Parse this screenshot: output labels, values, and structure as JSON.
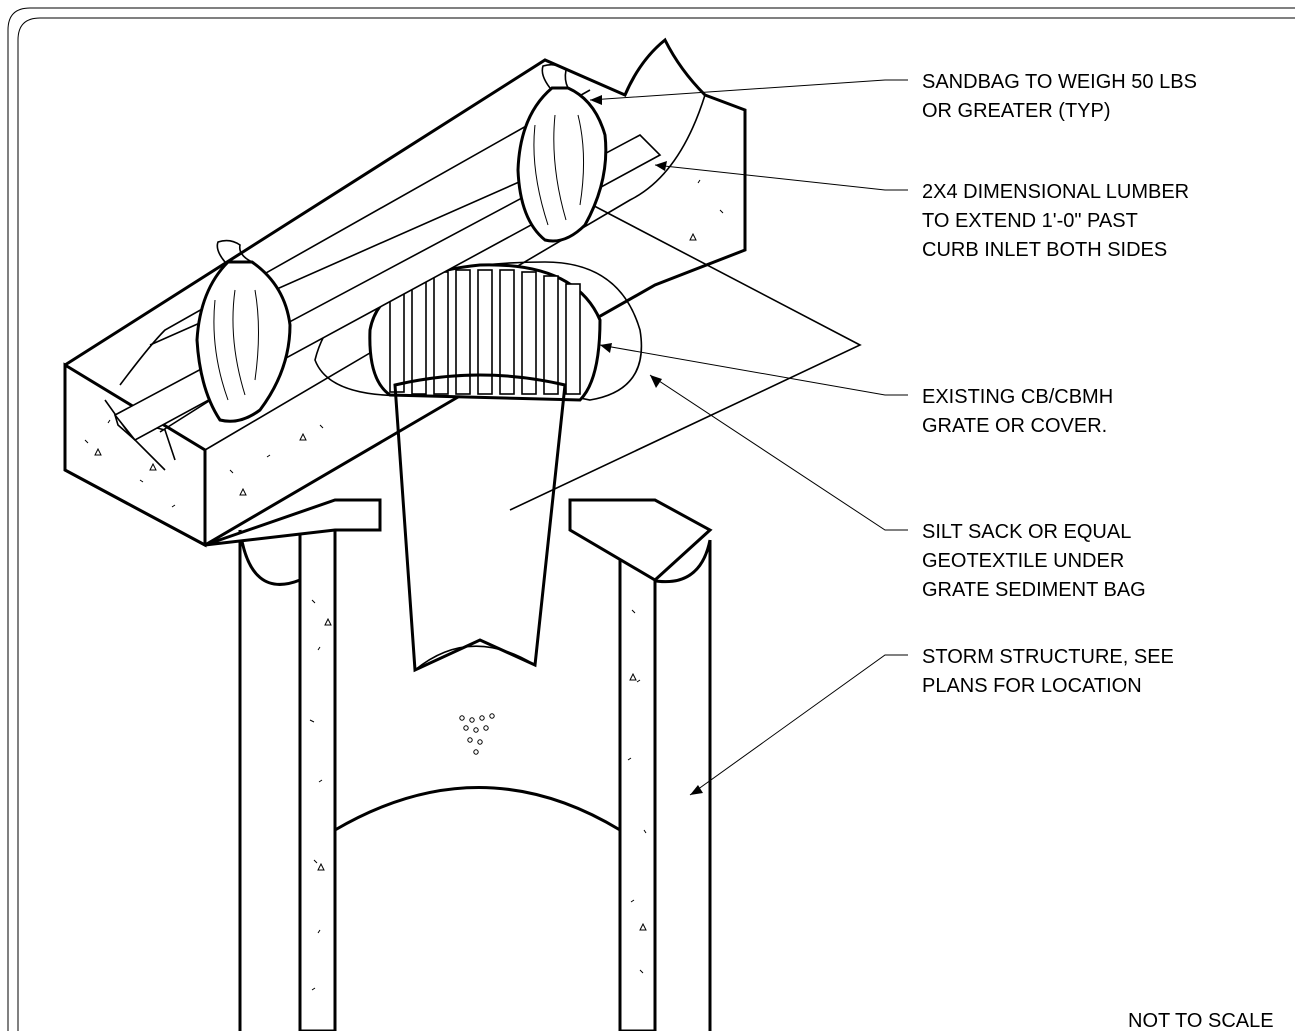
{
  "callouts": [
    {
      "lines": [
        "SANDBAG TO WEIGH 50 LBS",
        "OR GREATER (TYP)"
      ]
    },
    {
      "lines": [
        "2X4 DIMENSIONAL LUMBER",
        "TO EXTEND 1'-0\" PAST",
        "CURB INLET BOTH SIDES"
      ]
    },
    {
      "lines": [
        "EXISTING CB/CBMH",
        "GRATE OR COVER."
      ]
    },
    {
      "lines": [
        "SILT SACK OR EQUAL",
        "GEOTEXTILE UNDER",
        "GRATE SEDIMENT BAG"
      ]
    },
    {
      "lines": [
        "STORM STRUCTURE, SEE",
        "PLANS FOR LOCATION"
      ]
    }
  ],
  "scale_note": "NOT TO SCALE"
}
